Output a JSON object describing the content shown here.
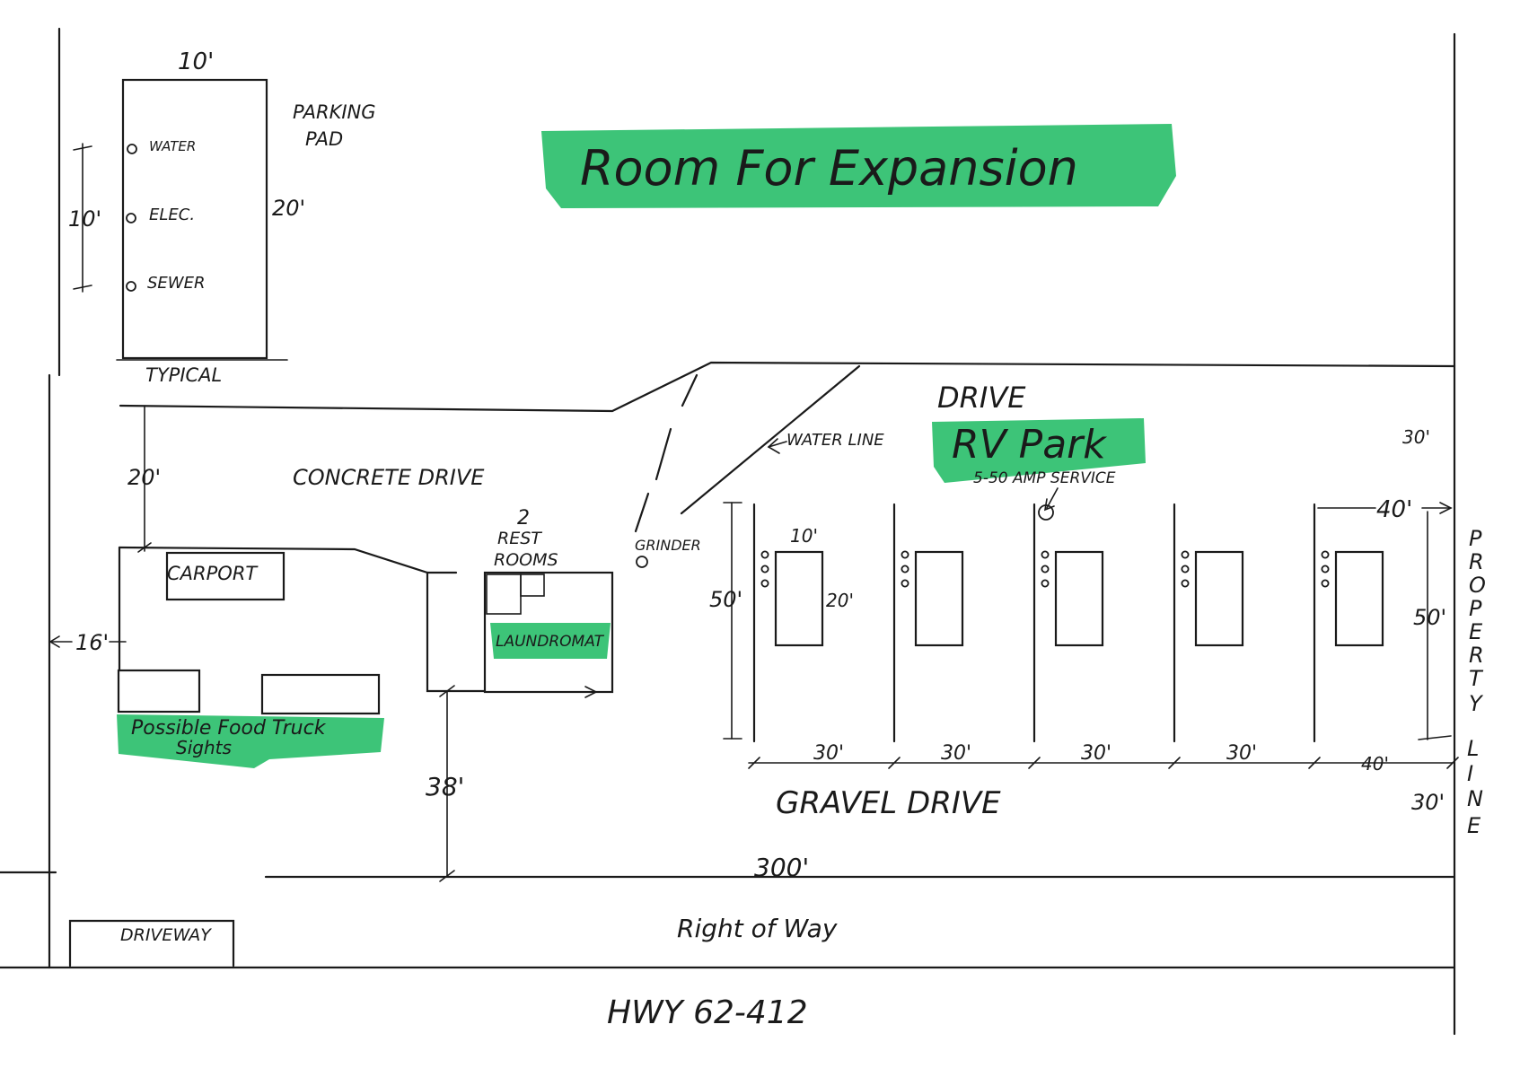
{
  "expansion_label": "Room For Expansion",
  "parking_pad": {
    "title_line1": "PARKING",
    "title_line2": "PAD",
    "width_label": "10'",
    "length_label": "20'",
    "spacing_label": "10'",
    "hookups": [
      "WATER",
      "ELEC.",
      "SEWER"
    ],
    "caption": "TYPICAL"
  },
  "concrete_drive": {
    "label": "CONCRETE DRIVE",
    "width_label": "20'"
  },
  "drive_label": "DRIVE",
  "rv_park": {
    "title": "RV Park",
    "service": "5-50 AMP SERVICE",
    "pad_width": "10'",
    "pad_length": "20'",
    "site_depth_left": "50'",
    "site_depth_right": "50'",
    "site_width_last": "40'",
    "site_widths_bottom": [
      "30'",
      "30'",
      "30'",
      "30'",
      "40'"
    ],
    "site_count": 5
  },
  "water_line": "WATER LINE",
  "grinder": "GRINDER",
  "carport": "CARPORT",
  "restrooms": {
    "count": "2",
    "line1": "REST",
    "line2": "ROOMS"
  },
  "laundromat": "LAUNDROMAT",
  "food_truck": {
    "line1": "Possible Food Truck",
    "line2": "Sights"
  },
  "setbacks": {
    "left": "16'",
    "front": "38'",
    "right_top": "30'",
    "right_bottom": "30'"
  },
  "gravel_drive": "GRAVEL DRIVE",
  "frontage": "300'",
  "right_of_way": "Right of Way",
  "driveway": "DRIVEWAY",
  "highway": "HWY 62-412",
  "property_line": [
    "P",
    "R",
    "O",
    "P",
    "E",
    "R",
    "T",
    "Y",
    "L",
    "I",
    "N",
    "E"
  ],
  "colors": {
    "ink": "#1a1a1a",
    "highlight": "#2dbf6c",
    "paper": "#ffffff"
  }
}
